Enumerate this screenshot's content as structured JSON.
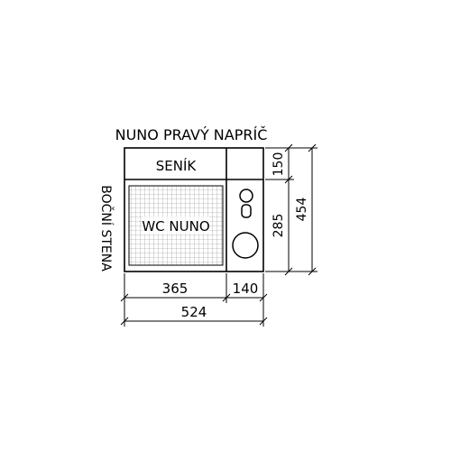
{
  "title": "NUNO PRAVÝ NAPRÍČ",
  "side_label": "BOČNÍ STENA",
  "rooms": {
    "upper": "SENÍK",
    "lower": "WC NUNO"
  },
  "dimensions": {
    "bottom_left": "365",
    "bottom_right": "140",
    "bottom_total": "524",
    "right_top": "150",
    "right_bottom": "285",
    "right_total": "454"
  },
  "colors": {
    "line": "#000000",
    "grid": "#888888",
    "background": "#ffffff"
  },
  "icons": [
    "toilet-icon",
    "round-basin-icon"
  ]
}
